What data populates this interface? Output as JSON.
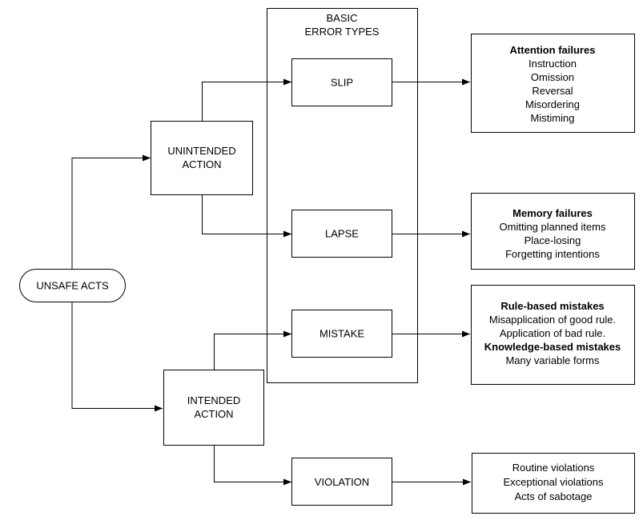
{
  "start_node": {
    "label": "UNSAFE ACTS"
  },
  "category_container": {
    "label_lines": [
      "BASIC",
      "ERROR TYPES"
    ]
  },
  "action_types": [
    {
      "id": "unintended",
      "label_lines": [
        "UNINTENDED",
        "ACTION"
      ]
    },
    {
      "id": "intended",
      "label_lines": [
        "INTENDED",
        "ACTION"
      ]
    }
  ],
  "error_types": [
    {
      "id": "slip",
      "label": "SLIP"
    },
    {
      "id": "lapse",
      "label": "LAPSE"
    },
    {
      "id": "mistake",
      "label": "MISTAKE"
    },
    {
      "id": "violation",
      "label": "VIOLATION"
    }
  ],
  "descriptions": [
    {
      "id": "slip-desc",
      "lines": [
        {
          "text": "Attention failures",
          "bold": true
        },
        {
          "text": "Instruction",
          "bold": false
        },
        {
          "text": "Omission",
          "bold": false
        },
        {
          "text": "Reversal",
          "bold": false
        },
        {
          "text": "Misordering",
          "bold": false
        },
        {
          "text": "Mistiming",
          "bold": false
        }
      ]
    },
    {
      "id": "lapse-desc",
      "lines": [
        {
          "text": "Memory failures",
          "bold": true
        },
        {
          "text": "Omitting planned items",
          "bold": false
        },
        {
          "text": "Place-losing",
          "bold": false
        },
        {
          "text": "Forgetting intentions",
          "bold": false
        }
      ]
    },
    {
      "id": "mistake-desc",
      "lines": [
        {
          "text": "Rule-based mistakes",
          "bold": true
        },
        {
          "text": "Misapplication of good rule.",
          "bold": false
        },
        {
          "text": "Application of bad rule.",
          "bold": false
        },
        {
          "text": "Knowledge-based mistakes",
          "bold": true
        },
        {
          "text": "Many variable forms",
          "bold": false
        }
      ]
    },
    {
      "id": "violation-desc",
      "lines": [
        {
          "text": "Routine violations",
          "bold": false
        },
        {
          "text": "Exceptional violations",
          "bold": false
        },
        {
          "text": "Acts of sabotage",
          "bold": false
        }
      ]
    }
  ],
  "connections": [
    {
      "from": "start",
      "to": "unintended"
    },
    {
      "from": "start",
      "to": "intended"
    },
    {
      "from": "unintended",
      "to": "slip"
    },
    {
      "from": "unintended",
      "to": "lapse"
    },
    {
      "from": "intended",
      "to": "mistake"
    },
    {
      "from": "intended",
      "to": "violation"
    },
    {
      "from": "slip",
      "to": "slip-desc"
    },
    {
      "from": "lapse",
      "to": "lapse-desc"
    },
    {
      "from": "mistake",
      "to": "mistake-desc"
    },
    {
      "from": "violation",
      "to": "violation-desc"
    }
  ]
}
